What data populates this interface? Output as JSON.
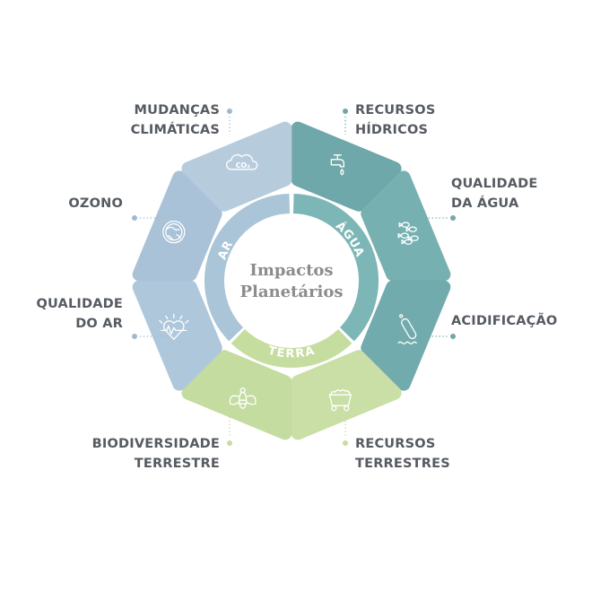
{
  "center_title": [
    "Impactos",
    "Planetários"
  ],
  "groups": [
    {
      "name": "AR",
      "color": "#aac4d8"
    },
    {
      "name": "ÁGUA",
      "color": "#7db6b6"
    },
    {
      "name": "TERRA",
      "color": "#c6dda0"
    }
  ],
  "impacts": [
    {
      "lines": [
        "RECURSOS",
        "HÍDRICOS"
      ],
      "group": "ÁGUA",
      "icon": "faucet-icon",
      "color": "#6fa8aa",
      "dot": "#6fa8aa"
    },
    {
      "lines": [
        "QUALIDADE",
        "DA ÁGUA"
      ],
      "group": "ÁGUA",
      "icon": "fish-icon",
      "color": "#77b0b1",
      "dot": "#6fa8aa"
    },
    {
      "lines": [
        "ACIDIFICAÇÃO"
      ],
      "group": "ÁGUA",
      "icon": "test-tube-icon",
      "color": "#72abad",
      "dot": "#6fa8aa"
    },
    {
      "lines": [
        "RECURSOS",
        "TERRESTRES"
      ],
      "group": "TERRA",
      "icon": "mining-cart-icon",
      "color": "#c9dfa6",
      "dot": "#c6dda0"
    },
    {
      "lines": [
        "BIODIVERSIDADE",
        "TERRESTRE"
      ],
      "group": "TERRA",
      "icon": "bee-icon",
      "color": "#c4dc9f",
      "dot": "#c6dda0"
    },
    {
      "lines": [
        "QUALIDADE",
        "DO AR"
      ],
      "group": "AR",
      "icon": "heart-pulse-icon",
      "color": "#aec7db",
      "dot": "#9fb9d1"
    },
    {
      "lines": [
        "OZONO"
      ],
      "group": "AR",
      "icon": "globe-icon",
      "color": "#a9c2d7",
      "dot": "#9fb9d1"
    },
    {
      "lines": [
        "MUDANÇAS",
        "CLIMÁTICAS"
      ],
      "group": "AR",
      "icon": "co2-cloud-icon",
      "color": "#b6ccdd",
      "dot": "#9fb9d1"
    }
  ],
  "co2_text": "CO₂"
}
